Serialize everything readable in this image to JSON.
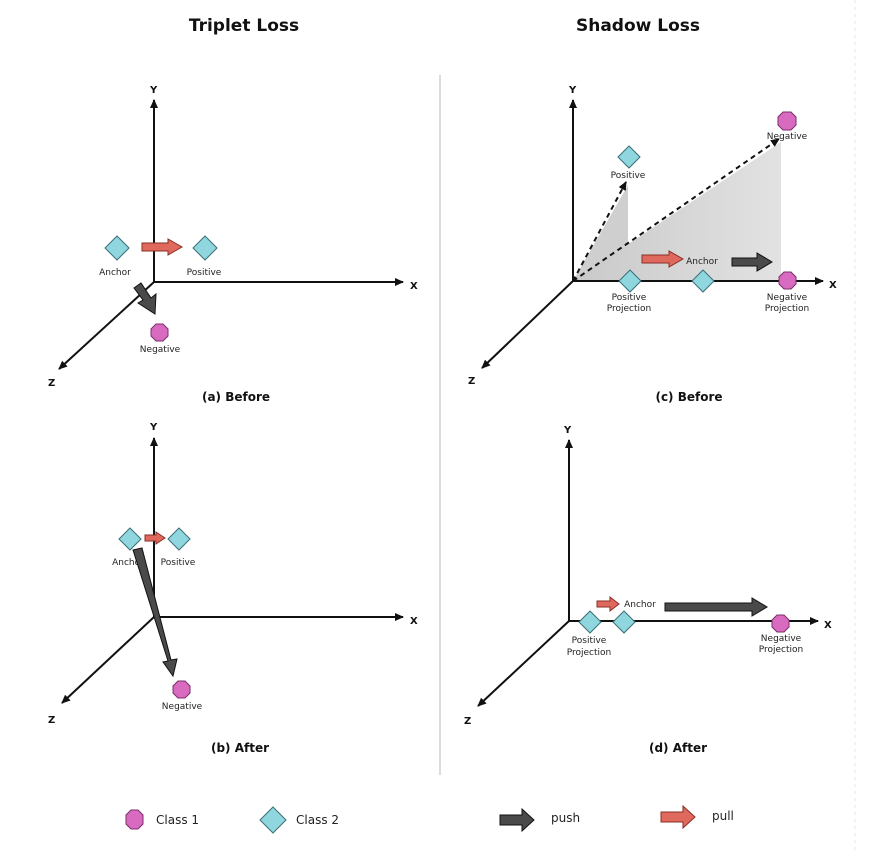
{
  "titles": {
    "left": "Triplet Loss",
    "right": "Shadow Loss"
  },
  "axes": {
    "x": "X",
    "y": "Y",
    "z": "Z"
  },
  "panels": {
    "a": {
      "caption": "(a) Before",
      "anchor": "Anchor",
      "positive": "Positive",
      "negative": "Negative"
    },
    "b": {
      "caption": "(b) After",
      "anchor": "Anchor",
      "positive": "Positive",
      "negative": "Negative"
    },
    "c": {
      "caption": "(c) Before",
      "anchor": "Anchor",
      "positive": "Positive",
      "negative": "Negative",
      "positive_projection": [
        "Positive",
        "Projection"
      ],
      "negative_projection": [
        "Negative",
        "Projection"
      ]
    },
    "d": {
      "caption": "(d) After",
      "anchor": "Anchor",
      "positive_projection": [
        "Positive",
        "Projection"
      ],
      "negative_projection": [
        "Negative",
        "Projection"
      ]
    }
  },
  "legend": {
    "class1": "Class 1",
    "class2": "Class 2",
    "push": "push",
    "pull": "pull"
  },
  "colors": {
    "class1": "#d86bbf",
    "class2": "#8fd6de",
    "push": "#4a4a4a",
    "pull": "#e0695e",
    "shadow": "#cfcfcf"
  }
}
